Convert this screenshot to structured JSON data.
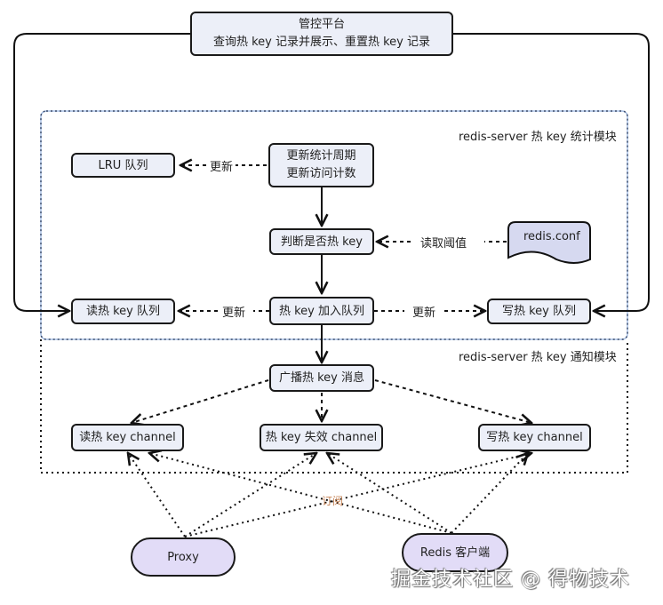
{
  "top": {
    "title": "管控平台",
    "subtitle": "查询热 key 记录并展示、重置热 key 记录"
  },
  "stats_module": {
    "label": "redis-server 热 key 统计模块",
    "update_stats": [
      "更新统计周期",
      "更新访问计数"
    ],
    "lru_queue": "LRU 队列",
    "judge_hot": "判断是否热 key",
    "redis_conf": "redis.conf",
    "read_threshold": "读取阈值",
    "hot_add_queue": "热 key 加入队列",
    "read_hot_queue": "读热 key 队列",
    "write_hot_queue": "写热 key 队列",
    "update_label": "更新"
  },
  "notify_module": {
    "label": "redis-server 热 key 通知模块",
    "broadcast": "广播热 key 消息",
    "read_channel": "读热 key channel",
    "invalid_channel": "热 key 失效 channel",
    "write_channel": "写热 key channel"
  },
  "clients": {
    "proxy": "Proxy",
    "redis_client": "Redis 客户端",
    "subscribe_label": "订阅"
  },
  "watermark": "掘金技术社区 @ 得物技术",
  "colors": {
    "node_fill": "#eceff8",
    "pill_fill": "#e2dcf7",
    "conf_fill": "#d6d9f0",
    "stats_border": "#7fa3d9",
    "subscribe_text": "#c9875a"
  }
}
